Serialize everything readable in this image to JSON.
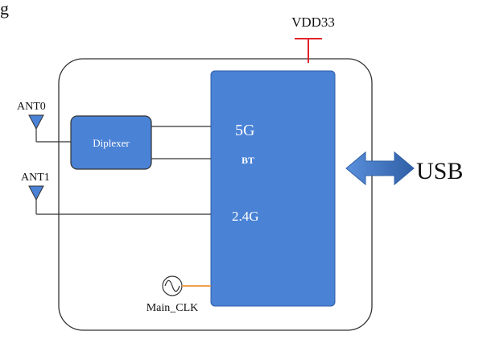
{
  "labels": {
    "power": "VDD33",
    "antenna0": "ANT0",
    "antenna1": "ANT1",
    "diplexer": "Diplexer",
    "band_5g": "5G",
    "band_bt": "BT",
    "band_24g": "2.4G",
    "interface": "USB",
    "clock": "Main_CLK",
    "corner_fragment": "g"
  },
  "colors": {
    "chip_fill": "#4a82d5",
    "chip_border": "#2d5da8",
    "module_border": "#333333",
    "wire": "#333333",
    "power_pin": "#e0232b",
    "clock_wire": "#f0a050",
    "arrow": "#4a7fcf",
    "arrow_dark": "#2f5fa6",
    "antenna_fill": "#4a82d5",
    "text_dark": "#111111",
    "text_light": "#ffffff"
  },
  "icons": {
    "antenna": "antenna-icon",
    "clock": "sine-oscillator-icon",
    "arrow": "bidirectional-arrow-icon"
  }
}
